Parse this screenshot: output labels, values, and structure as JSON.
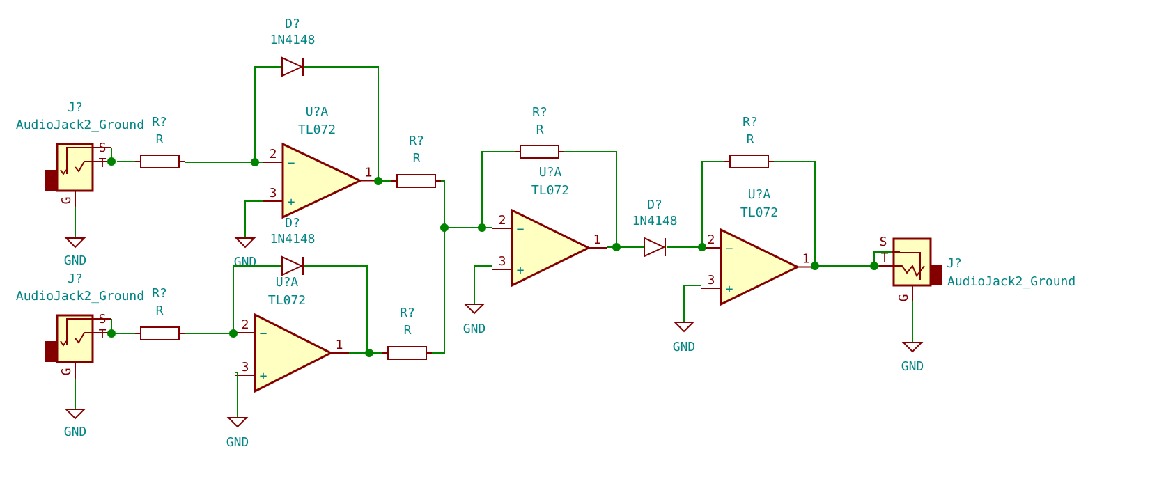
{
  "title": "Summing precision rectifier schematic",
  "colors": {
    "wire": "#008400",
    "body": "#840000",
    "fill": "#ffffc2",
    "text": "#008484"
  },
  "jacks": [
    {
      "ref": "J?",
      "value": "AudioJack2_Ground",
      "pins": [
        "S",
        "T",
        "G"
      ]
    },
    {
      "ref": "J?",
      "value": "AudioJack2_Ground",
      "pins": [
        "S",
        "T",
        "G"
      ]
    },
    {
      "ref": "J?",
      "value": "AudioJack2_Ground",
      "pins": [
        "S",
        "T",
        "G"
      ]
    }
  ],
  "resistors": [
    {
      "ref": "R?",
      "value": "R"
    },
    {
      "ref": "R?",
      "value": "R"
    },
    {
      "ref": "R?",
      "value": "R"
    },
    {
      "ref": "R?",
      "value": "R"
    },
    {
      "ref": "R?",
      "value": "R"
    },
    {
      "ref": "R?",
      "value": "R"
    }
  ],
  "diodes": [
    {
      "ref": "D?",
      "value": "1N4148"
    },
    {
      "ref": "D?",
      "value": "1N4148"
    },
    {
      "ref": "D?",
      "value": "1N4148"
    }
  ],
  "opamps": [
    {
      "ref": "U?A",
      "value": "TL072",
      "pins": [
        "2",
        "3",
        "1"
      ],
      "inv": "−",
      "noninv": "+"
    },
    {
      "ref": "U?A",
      "value": "TL072",
      "pins": [
        "2",
        "3",
        "1"
      ],
      "inv": "−",
      "noninv": "+"
    },
    {
      "ref": "U?A",
      "value": "TL072",
      "pins": [
        "2",
        "3",
        "1"
      ],
      "inv": "−",
      "noninv": "+"
    },
    {
      "ref": "U?A",
      "value": "TL072",
      "pins": [
        "2",
        "3",
        "1"
      ],
      "inv": "−",
      "noninv": "+"
    }
  ],
  "gnd_label": "GND"
}
